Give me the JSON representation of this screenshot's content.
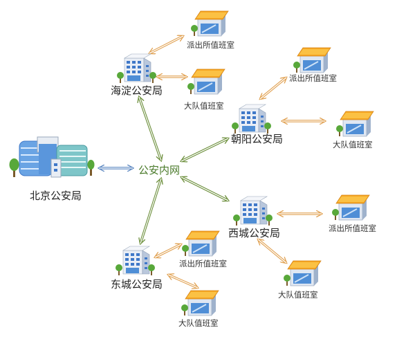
{
  "diagram": {
    "title": "",
    "hub": {
      "label": "公安内网",
      "color": "#4a7a2a"
    },
    "headquarters": {
      "label": "北京公安局",
      "icon": "large-office-building-icon"
    },
    "branches": [
      {
        "id": "haidian",
        "label": "海淀公安局",
        "icon": "office-building-icon",
        "stations": [
          {
            "label": "派出所值班室",
            "icon": "shop-icon"
          },
          {
            "label": "大队值班室",
            "icon": "shop-icon"
          }
        ]
      },
      {
        "id": "chaoyang",
        "label": "朝阳公安局",
        "icon": "office-building-icon",
        "stations": [
          {
            "label": "派出所值班室",
            "icon": "shop-icon"
          },
          {
            "label": "大队值班室",
            "icon": "shop-icon"
          }
        ]
      },
      {
        "id": "xicheng",
        "label": "西城公安局",
        "icon": "office-building-icon",
        "stations": [
          {
            "label": "派出所值班室",
            "icon": "shop-icon"
          },
          {
            "label": "大队值班室",
            "icon": "shop-icon"
          }
        ]
      },
      {
        "id": "dongcheng",
        "label": "东城公安局",
        "icon": "office-building-icon",
        "stations": [
          {
            "label": "派出所值班室",
            "icon": "shop-icon"
          },
          {
            "label": "大队值班室",
            "icon": "shop-icon"
          }
        ]
      }
    ],
    "colors": {
      "hub_link": "#6b8e3a",
      "station_link": "#e0a050",
      "hq_link": "#5a86c0",
      "building_blue": "#3f78c8",
      "roof_orange": "#f5a623"
    }
  }
}
